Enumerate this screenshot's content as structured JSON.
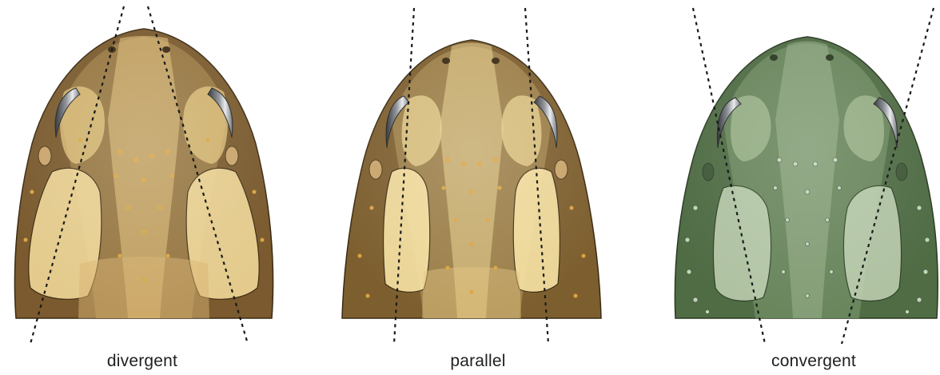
{
  "figure": {
    "panels": [
      {
        "id": "divergent",
        "label": "divergent",
        "colors": {
          "dark": "#7a5a2e",
          "mid": "#9a7a45",
          "light": "#e3c57f",
          "pale": "#f0d898",
          "spot": "#d9a640",
          "eye": "#5c5f63"
        }
      },
      {
        "id": "parallel",
        "label": "parallel",
        "colors": {
          "dark": "#7d5f2f",
          "mid": "#a0834d",
          "light": "#ead28e",
          "pale": "#f5e0a0",
          "spot": "#dba442",
          "eye": "#5c5f63"
        }
      },
      {
        "id": "convergent",
        "label": "convergent",
        "colors": {
          "dark": "#4f6c45",
          "mid": "#6b8a5f",
          "light": "#a6bd97",
          "pale": "#c0d2b3",
          "spot": "#c3d2bb",
          "eye": "#5c5f63"
        }
      }
    ],
    "line_color": "#1a1a1a",
    "outline_color": "#3a2a12"
  }
}
